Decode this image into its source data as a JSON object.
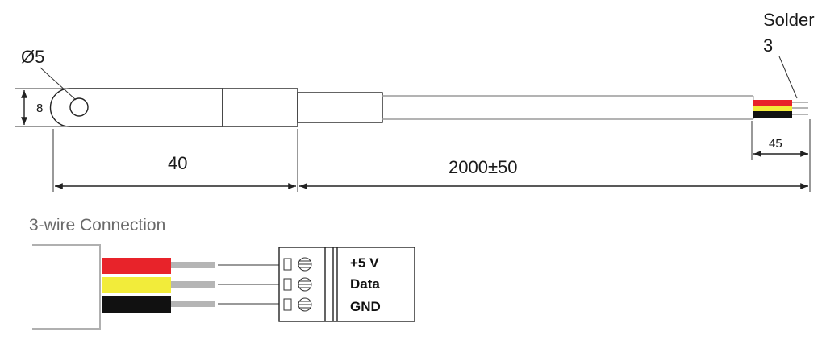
{
  "dimensions": {
    "diameter": "Ø5",
    "height": "8",
    "probe_length": "40",
    "cable_length": "2000±50",
    "stripped_length": "45",
    "solder_label_1": "Solder",
    "solder_label_2": "3"
  },
  "connection": {
    "title": "3-wire Connection",
    "terminals": [
      "+5 V",
      "Data",
      "GND"
    ]
  },
  "colors": {
    "wire_red": "#e8232a",
    "wire_yellow": "#f2ec3a",
    "wire_black": "#111111",
    "wire_gray": "#b5b5b5",
    "sheath_gray": "#b0b0b0"
  }
}
